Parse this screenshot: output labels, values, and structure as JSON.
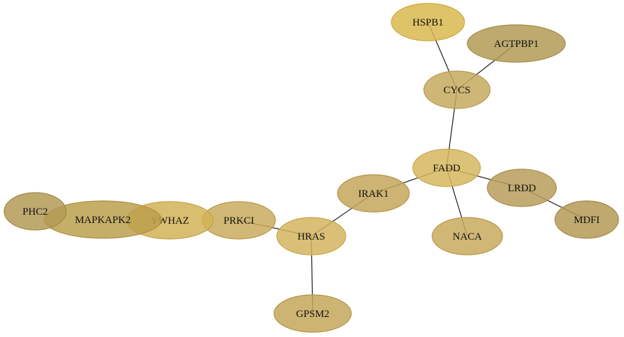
{
  "nodes": [
    {
      "id": "HSPB1",
      "label": "HSPB1",
      "fill": "#d9b84e",
      "stroke": "#c9a83c"
    },
    {
      "id": "AGTPBP1",
      "label": "AGTPBP1",
      "fill": "#b39b56",
      "stroke": "#a38b46"
    },
    {
      "id": "CYCS",
      "label": "CYCS",
      "fill": "#c6aa5e",
      "stroke": "#b6984a"
    },
    {
      "id": "FADD",
      "label": "FADD",
      "fill": "#d6b75e",
      "stroke": "#c6a54a"
    },
    {
      "id": "IRAK1",
      "label": "IRAK1",
      "fill": "#c4a65c",
      "stroke": "#b4944a"
    },
    {
      "id": "LRDD",
      "label": "LRDD",
      "fill": "#b89e5c",
      "stroke": "#a88c4a"
    },
    {
      "id": "MDFI",
      "label": "MDFI",
      "fill": "#b49a56",
      "stroke": "#a48846"
    },
    {
      "id": "NACA",
      "label": "NACA",
      "fill": "#c8aa5e",
      "stroke": "#b8984a"
    },
    {
      "id": "HRAS",
      "label": "HRAS",
      "fill": "#d4b55e",
      "stroke": "#c4a34a"
    },
    {
      "id": "PRKCI",
      "label": "PRKCI",
      "fill": "#c9ab5e",
      "stroke": "#b9994a"
    },
    {
      "id": "YWHAZ",
      "label": "YWHAZ",
      "fill": "#d3b356",
      "stroke": "#c3a144"
    },
    {
      "id": "MAPKAPK2",
      "label": "MAPKAPK2",
      "fill": "#bba04e",
      "stroke": "#ab8e3e"
    },
    {
      "id": "PHC2",
      "label": "PHC2",
      "fill": "#b39a56",
      "stroke": "#a38846"
    },
    {
      "id": "GPSM2",
      "label": "GPSM2",
      "fill": "#c4a75a",
      "stroke": "#b49548"
    }
  ],
  "edges": [
    {
      "from": "HSPB1",
      "to": "CYCS"
    },
    {
      "from": "AGTPBP1",
      "to": "CYCS"
    },
    {
      "from": "CYCS",
      "to": "FADD"
    },
    {
      "from": "FADD",
      "to": "IRAK1"
    },
    {
      "from": "FADD",
      "to": "LRDD"
    },
    {
      "from": "FADD",
      "to": "NACA"
    },
    {
      "from": "LRDD",
      "to": "MDFI"
    },
    {
      "from": "IRAK1",
      "to": "HRAS"
    },
    {
      "from": "PRKCI",
      "to": "HRAS"
    },
    {
      "from": "HRAS",
      "to": "GPSM2"
    }
  ]
}
